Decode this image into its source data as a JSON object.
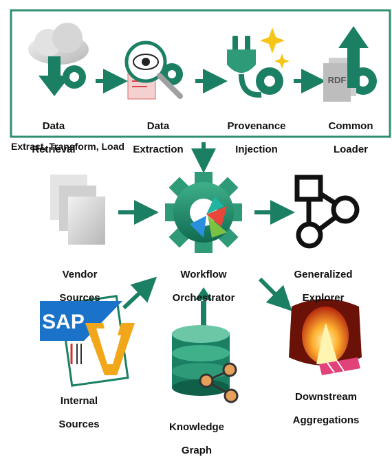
{
  "etl_caption": "Extract, Transform, Load",
  "pipeline": {
    "retrieval": [
      "Data",
      "Retrieval"
    ],
    "extraction": [
      "Data",
      "Extraction"
    ],
    "provenance": [
      "Provenance",
      "Injection"
    ],
    "loader": [
      "Common",
      "Loader"
    ]
  },
  "rdf_tag": "RDF",
  "sap_logo": "SAP",
  "nodes": {
    "vendor": [
      "Vendor",
      "Sources"
    ],
    "orchestrator": [
      "Workflow",
      "Orchestrator"
    ],
    "explorer": [
      "Generalized",
      "Explorer"
    ],
    "internal": [
      "Internal",
      "Sources"
    ],
    "knowledge": [
      "Knowledge",
      "Graph"
    ],
    "downstream": [
      "Downstream",
      "Aggregations"
    ]
  },
  "icons": {
    "retrieval": "cloud-download-gear-icon",
    "extraction": "eye-magnifier-document-icon",
    "provenance": "plug-sparkle-icon",
    "loader": "rdf-upload-gear-icon",
    "vendor": "stacked-documents-icon",
    "orchestrator": "gear-pinwheel-icon",
    "explorer": "graph-shapes-icon",
    "internal": "sap-logo-icon",
    "knowledge": "database-network-icon",
    "downstream": "furnace-fire-icon"
  },
  "colors": {
    "accent": "#1a7f63",
    "accent_dark": "#0f5f49",
    "accent_light": "#4fb595",
    "frame": "#2f8f6e",
    "text": "#111111"
  }
}
